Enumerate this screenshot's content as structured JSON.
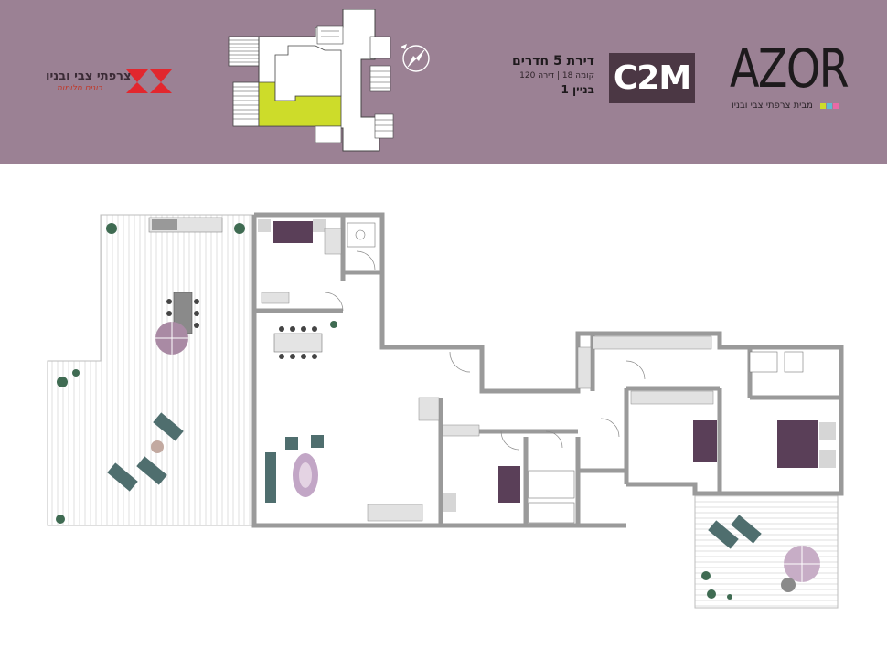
{
  "header": {
    "background": "#9b8194",
    "developer_name": "צרפתי צבי ובניו",
    "developer_tagline": "בונים חלומות",
    "developer_color": "#e2272e",
    "apartment_type": "דירת 5 חדרים",
    "floor_info": "קומה 18 | דירה 120",
    "building": "בניין 1",
    "model_code": "C2M",
    "project_name": "AZOR",
    "project_subtitle": "מבית צרפתי צבי ובניו",
    "highlight_color": "#cddc2a",
    "compass": "compass-icon"
  },
  "plan": {
    "wall_color": "#9a9a9a",
    "furniture_color": "#5a3f58",
    "teal_color": "#4f6e6e"
  }
}
